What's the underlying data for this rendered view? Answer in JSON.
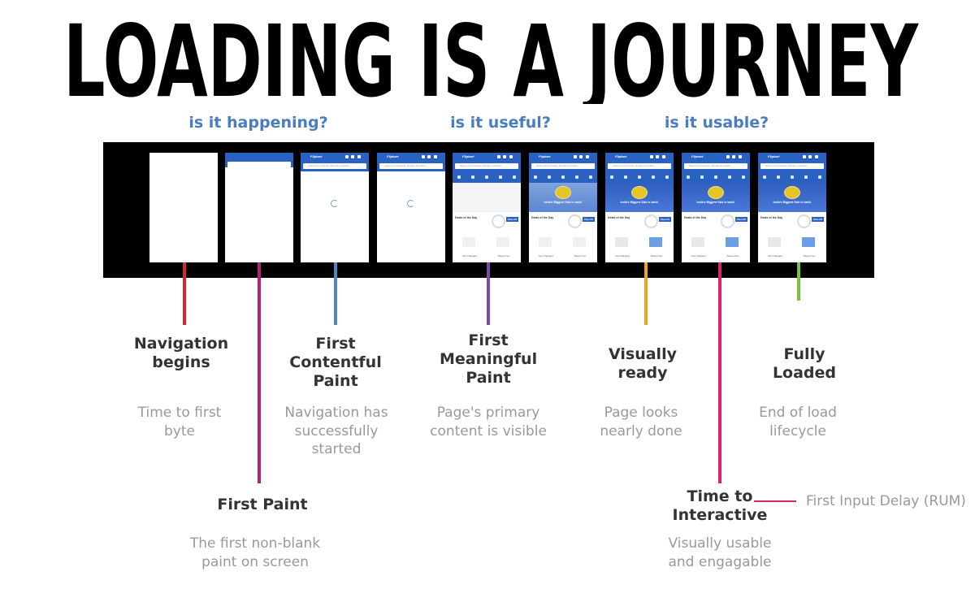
{
  "title": "LOADING IS A JOURNEY",
  "questions": [
    "is it happening?",
    "is it useful?",
    "is it usable?"
  ],
  "colors": {
    "question": "#4a7cc0",
    "strip": "#000000",
    "app_header": "#2a62c4"
  },
  "app": {
    "logo": "Flipkart",
    "search_placeholder": "Search for Products, Brands and More",
    "banner_text": "India's Biggest Sale is back!",
    "deals_label": "Deals of the Day",
    "view_all": "View All",
    "products": [
      "Car Chargers",
      "Steam Iron"
    ]
  },
  "frames": [
    {
      "state": "blank"
    },
    {
      "state": "header"
    },
    {
      "state": "spinner"
    },
    {
      "state": "spinner"
    },
    {
      "state": "skeleton"
    },
    {
      "state": "banner-light"
    },
    {
      "state": "partial"
    },
    {
      "state": "full"
    },
    {
      "state": "full"
    }
  ],
  "milestones": [
    {
      "label": "Navigation begins",
      "desc": "Time to first byte",
      "color": "#d9252f"
    },
    {
      "label": "First Paint",
      "desc": "The first non-blank paint on screen",
      "color": "#b2237e"
    },
    {
      "label": "First Contentful Paint",
      "desc": "Navigation has successfully started",
      "color": "#4a86c8"
    },
    {
      "label": "First Meaningful Paint",
      "desc": "Page's primary content is visible",
      "color": "#7a4aa8"
    },
    {
      "label": "Visually ready",
      "desc": "Page looks nearly done",
      "color": "#f2a21c"
    },
    {
      "label": "Time to Interactive",
      "desc": "Visually usable and engagable",
      "color": "#e01f6e"
    },
    {
      "label": "Fully Loaded",
      "desc": "End of load lifecycle",
      "color": "#7cc242"
    }
  ],
  "fid": {
    "label": "First Input Delay (RUM)",
    "color": "#e01f6e"
  }
}
